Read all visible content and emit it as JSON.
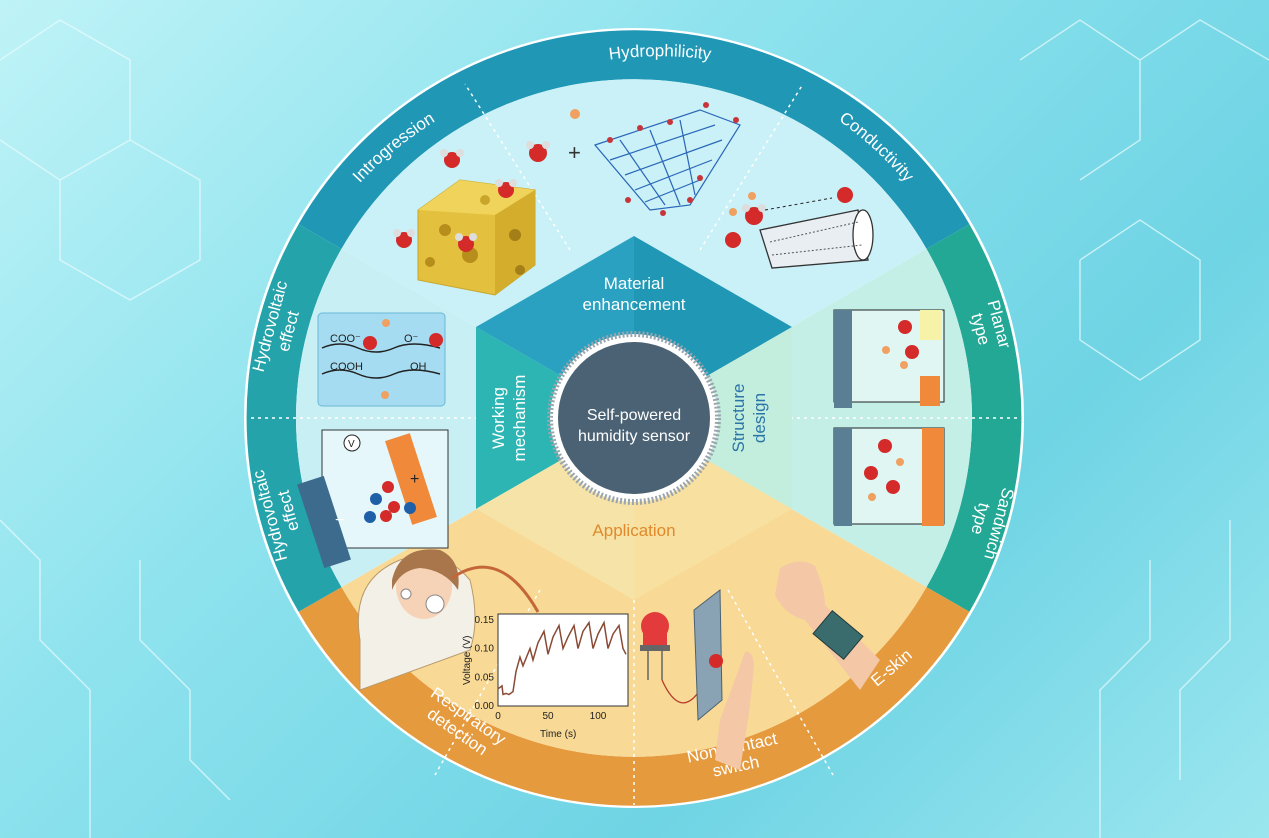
{
  "center": {
    "title": "Self-powered humidity sensor"
  },
  "inner_sections": {
    "material": "Material enhancement",
    "mechanism": "Working mechanism",
    "structure": "Structure design",
    "application": "Application"
  },
  "ring_labels": {
    "hydrophilicity": "Hydrophilicity",
    "introgression": "Introgression",
    "conductivity": "Conductivity",
    "planar": "Planar type",
    "sandwich": "Sandwich type",
    "hydrovoltaic_1": "Hydrovoltaic effect",
    "hydrovoltaic_2": "Hydrovoltaic effect",
    "respiratory": "Respiratory detection",
    "noncontact": "Non-contact switch",
    "eskin": "E-skin"
  },
  "chem_labels": {
    "coo": "COO⁻",
    "o": "O⁻",
    "cooh": "COOH",
    "oh": "OH",
    "volt": "V",
    "plus": "+",
    "minus": "−"
  },
  "chart_data": {
    "type": "line",
    "xlabel": "Time (s)",
    "ylabel": "Voltage (V)",
    "xlim": [
      0,
      130
    ],
    "ylim": [
      0.0,
      0.16
    ],
    "xticks": [
      "0",
      "50",
      "100"
    ],
    "yticks": [
      "0.00",
      "0.05",
      "0.10",
      "0.15"
    ],
    "x": [
      0,
      4,
      5,
      8,
      11,
      15,
      18,
      22,
      25,
      32,
      35,
      40,
      46,
      50,
      55,
      61,
      65,
      70,
      76,
      80,
      85,
      91,
      95,
      100,
      106,
      110,
      115,
      121,
      125,
      128
    ],
    "y": [
      0.03,
      0.035,
      0.02,
      0.022,
      0.02,
      0.025,
      0.06,
      0.085,
      0.07,
      0.1,
      0.08,
      0.11,
      0.13,
      0.09,
      0.12,
      0.14,
      0.1,
      0.12,
      0.14,
      0.1,
      0.13,
      0.145,
      0.1,
      0.125,
      0.145,
      0.1,
      0.125,
      0.14,
      0.1,
      0.09
    ]
  },
  "colors": {
    "dark_blue": "#1f97b5",
    "teal": "#23a895",
    "orange": "#e59a3e",
    "center_fill": "#4a6273"
  }
}
